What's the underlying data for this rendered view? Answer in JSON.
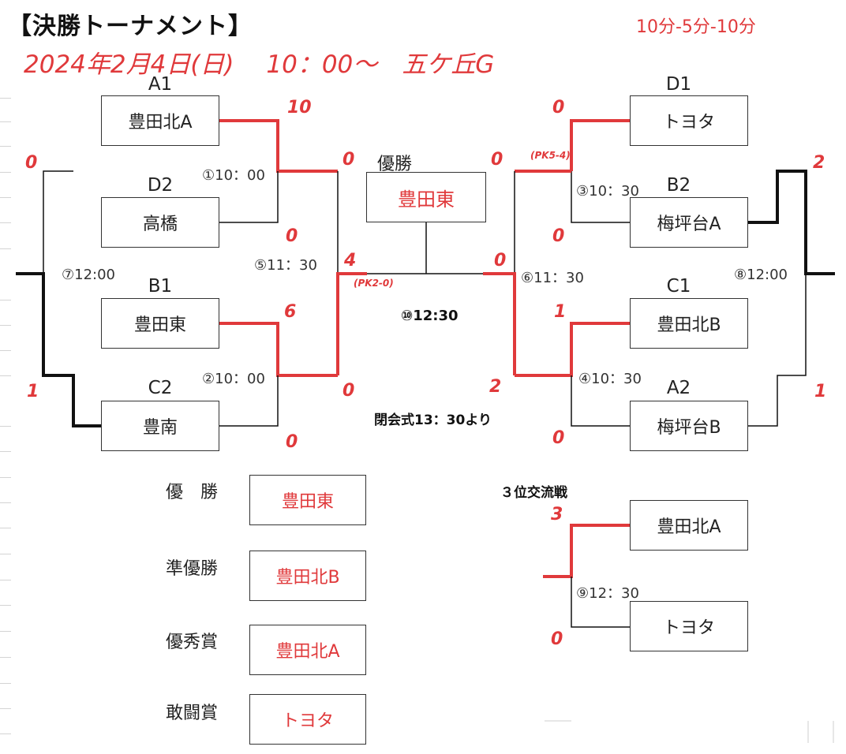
{
  "header": {
    "title": "【決勝トーナメント】",
    "format": "10分-5分-10分",
    "date_time_venue": "2024年2月4日(日)　 10：00～　五ケ丘G"
  },
  "seeds": {
    "a1": "A1",
    "d2": "D2",
    "b1": "B1",
    "c2": "C2",
    "d1": "D1",
    "b2": "B2",
    "c1": "C1",
    "a2": "A2"
  },
  "teams": {
    "m1_top": "豊田北A",
    "m1_bottom": "高橋",
    "m2_top": "豊田東",
    "m2_bottom": "豊南",
    "m3_top": "トヨタ",
    "m3_bottom": "梅坪台A",
    "m4_top": "豊田北B",
    "m4_bottom": "梅坪台B"
  },
  "champion": {
    "label": "優勝",
    "team": "豊田東"
  },
  "matches": {
    "m1_time": "①10：00",
    "m2_time": "②10：00",
    "m3_time": "③10：30",
    "m4_time": "④10：30",
    "m5_time": "⑤11：30",
    "m6_time": "⑥11：30",
    "m7_time": "⑦12:00",
    "m8_time": "⑧12:00",
    "m9_time": "⑨12：30",
    "m10_time": "⑩12:30"
  },
  "scores": {
    "m1_top": "10",
    "m1_bottom": "0",
    "m2_top": "6",
    "m2_bottom": "0",
    "m3_top": "0",
    "m3_bottom": "0",
    "m3_pk": "(PK5-4)",
    "m4_top": "1",
    "m4_bottom": "0",
    "m5_top": "0",
    "m5_bottom": "0",
    "m6_top": "0",
    "m6_bottom": "2",
    "m7_top": "0",
    "m7_bottom": "1",
    "m8_top": "2",
    "m8_bottom": "1",
    "final_left": "4",
    "final_right": "0",
    "final_pk": "(PK2-0)",
    "third_top": "3",
    "third_bottom": "0"
  },
  "closing": "閉会式13：30より",
  "third_place": {
    "label": "３位交流戦",
    "team_top": "豊田北A",
    "team_bottom": "トヨタ"
  },
  "awards": [
    {
      "label": "優　勝",
      "team": "豊田東"
    },
    {
      "label": "準優勝",
      "team": "豊田北B"
    },
    {
      "label": "優秀賞",
      "team": "豊田北A"
    },
    {
      "label": "敢闘賞",
      "team": "トヨタ"
    }
  ],
  "colors": {
    "accent": "#e0393b",
    "line": "#111111",
    "box_border": "#333333"
  }
}
